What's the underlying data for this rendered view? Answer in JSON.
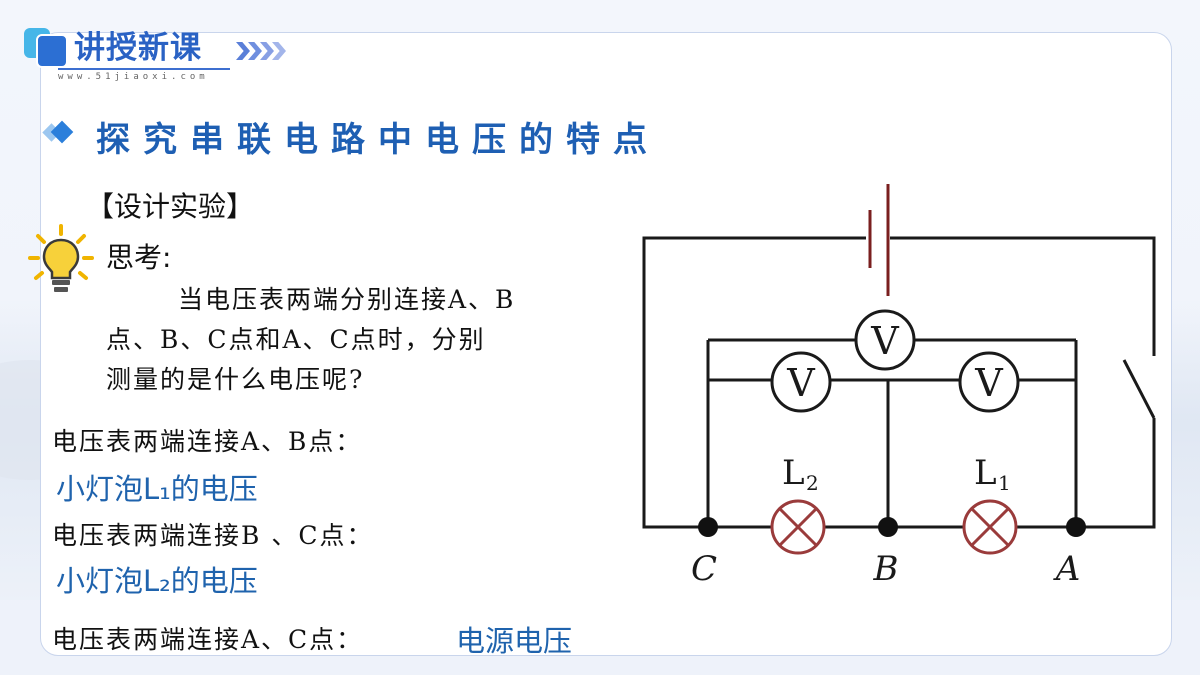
{
  "header": {
    "title": "讲授新课",
    "url": "www.51jiaoxi.com"
  },
  "section_title": "探究串联电路中电压的特点",
  "design_label": "【设计实验】",
  "think_label": "思考:",
  "question": {
    "line1": "当电压表两端分别连接A、B",
    "line2": "点、B、C点和A、C点时，分别",
    "line3": "测量的是什么电压呢?"
  },
  "answers": [
    {
      "prompt": "电压表两端连接A、B点：",
      "answer": "小灯泡L₁的电压"
    },
    {
      "prompt": "电压表两端连接B 、C点：",
      "answer": "小灯泡L₂的电压"
    },
    {
      "prompt": "电压表两端连接A、C点：",
      "answer": "电源电压"
    }
  ],
  "circuit": {
    "voltmeter_symbol": "V",
    "lamp_left": "L",
    "lamp_left_sub": "2",
    "lamp_right": "L",
    "lamp_right_sub": "1",
    "node_c": "C",
    "node_b": "B",
    "node_a": "A"
  },
  "colors": {
    "brand_blue": "#2a62c4",
    "title_blue": "#1e5fb3",
    "answer_blue": "#1f63ad",
    "wire": "#1a1a1a",
    "battery": "#7a1f1f",
    "lamp": "#9a3b3b",
    "bulb_yellow": "#f5c518"
  }
}
